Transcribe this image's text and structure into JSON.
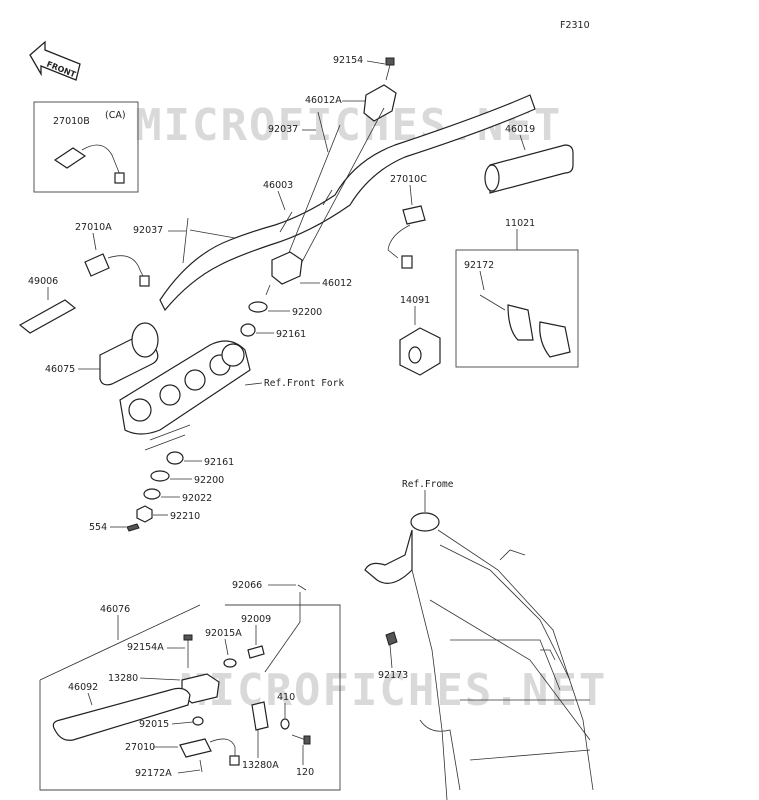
{
  "diagram": {
    "code": "F2310",
    "front_label": "FRONT",
    "watermarks": [
      "MICROFICHES.NET",
      "MICROFICHES.NET"
    ],
    "parts": [
      {
        "id": "92154",
        "label": "92154"
      },
      {
        "id": "46012A",
        "label": "46012A"
      },
      {
        "id": "92037a",
        "label": "92037"
      },
      {
        "id": "46019",
        "label": "46019"
      },
      {
        "id": "27010B",
        "label": "27010B"
      },
      {
        "id": "CA",
        "label": "(CA)"
      },
      {
        "id": "46003",
        "label": "46003"
      },
      {
        "id": "27010C",
        "label": "27010C"
      },
      {
        "id": "11021",
        "label": "11021"
      },
      {
        "id": "27010A",
        "label": "27010A"
      },
      {
        "id": "92037b",
        "label": "92037"
      },
      {
        "id": "46012",
        "label": "46012"
      },
      {
        "id": "92172",
        "label": "92172"
      },
      {
        "id": "49006",
        "label": "49006"
      },
      {
        "id": "14091",
        "label": "14091"
      },
      {
        "id": "92200a",
        "label": "92200"
      },
      {
        "id": "92161a",
        "label": "92161"
      },
      {
        "id": "46075",
        "label": "46075"
      },
      {
        "id": "reffork",
        "label": "Ref.Front Fork"
      },
      {
        "id": "92161b",
        "label": "92161"
      },
      {
        "id": "92200b",
        "label": "92200"
      },
      {
        "id": "92022",
        "label": "92022"
      },
      {
        "id": "92210",
        "label": "92210"
      },
      {
        "id": "554",
        "label": "554"
      },
      {
        "id": "refframe",
        "label": "Ref.Frome"
      },
      {
        "id": "92066",
        "label": "92066"
      },
      {
        "id": "46076",
        "label": "46076"
      },
      {
        "id": "92009",
        "label": "92009"
      },
      {
        "id": "92015A",
        "label": "92015A"
      },
      {
        "id": "92154A",
        "label": "92154A"
      },
      {
        "id": "13280",
        "label": "13280"
      },
      {
        "id": "46092",
        "label": "46092"
      },
      {
        "id": "410",
        "label": "410"
      },
      {
        "id": "92173",
        "label": "92173"
      },
      {
        "id": "92015",
        "label": "92015"
      },
      {
        "id": "27010",
        "label": "27010"
      },
      {
        "id": "13280A",
        "label": "13280A"
      },
      {
        "id": "92172A",
        "label": "92172A"
      },
      {
        "id": "120",
        "label": "120"
      }
    ]
  }
}
